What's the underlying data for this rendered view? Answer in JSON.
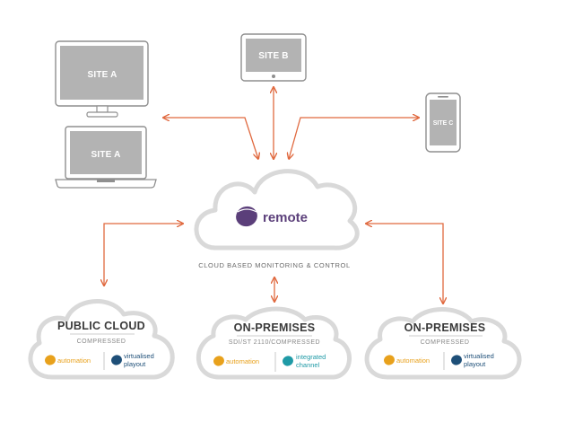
{
  "devices": {
    "monitor": {
      "label": "SITE A"
    },
    "laptop": {
      "label": "SITE A"
    },
    "tablet": {
      "label": "SITE B"
    },
    "phone": {
      "label": "SITE C"
    }
  },
  "central_cloud": {
    "brand": "remote",
    "caption": "CLOUD BASED MONITORING & CONTROL"
  },
  "bottom_clouds": [
    {
      "title": "PUBLIC CLOUD",
      "subtitle": "COMPRESSED",
      "product_left": "automation",
      "product_right_line1": "virtualised",
      "product_right_line2": "playout"
    },
    {
      "title": "ON-PREMISES",
      "subtitle": "SDI/ST 2110/COMPRESSED",
      "product_left": "automation",
      "product_right_line1": "integrated",
      "product_right_line2": "channel"
    },
    {
      "title": "ON-PREMISES",
      "subtitle": "COMPRESSED",
      "product_left": "automation",
      "product_right_line1": "virtualised",
      "product_right_line2": "playout"
    }
  ],
  "colors": {
    "arrow": "#e0693f",
    "cloud_outline": "#d9d9d9",
    "device_fill": "#b3b3b3",
    "device_outline": "#8f8f8f",
    "brand_purple": "#5b3f7a",
    "automation_orange": "#e8a11c",
    "playout_blue": "#1e4f78",
    "channel_teal": "#1f9aa6"
  },
  "icons": {
    "brand": "remote-logo-icon",
    "automation": "automation-logo-icon",
    "virtualised_playout": "playout-logo-icon",
    "integrated_channel": "channel-logo-icon"
  }
}
